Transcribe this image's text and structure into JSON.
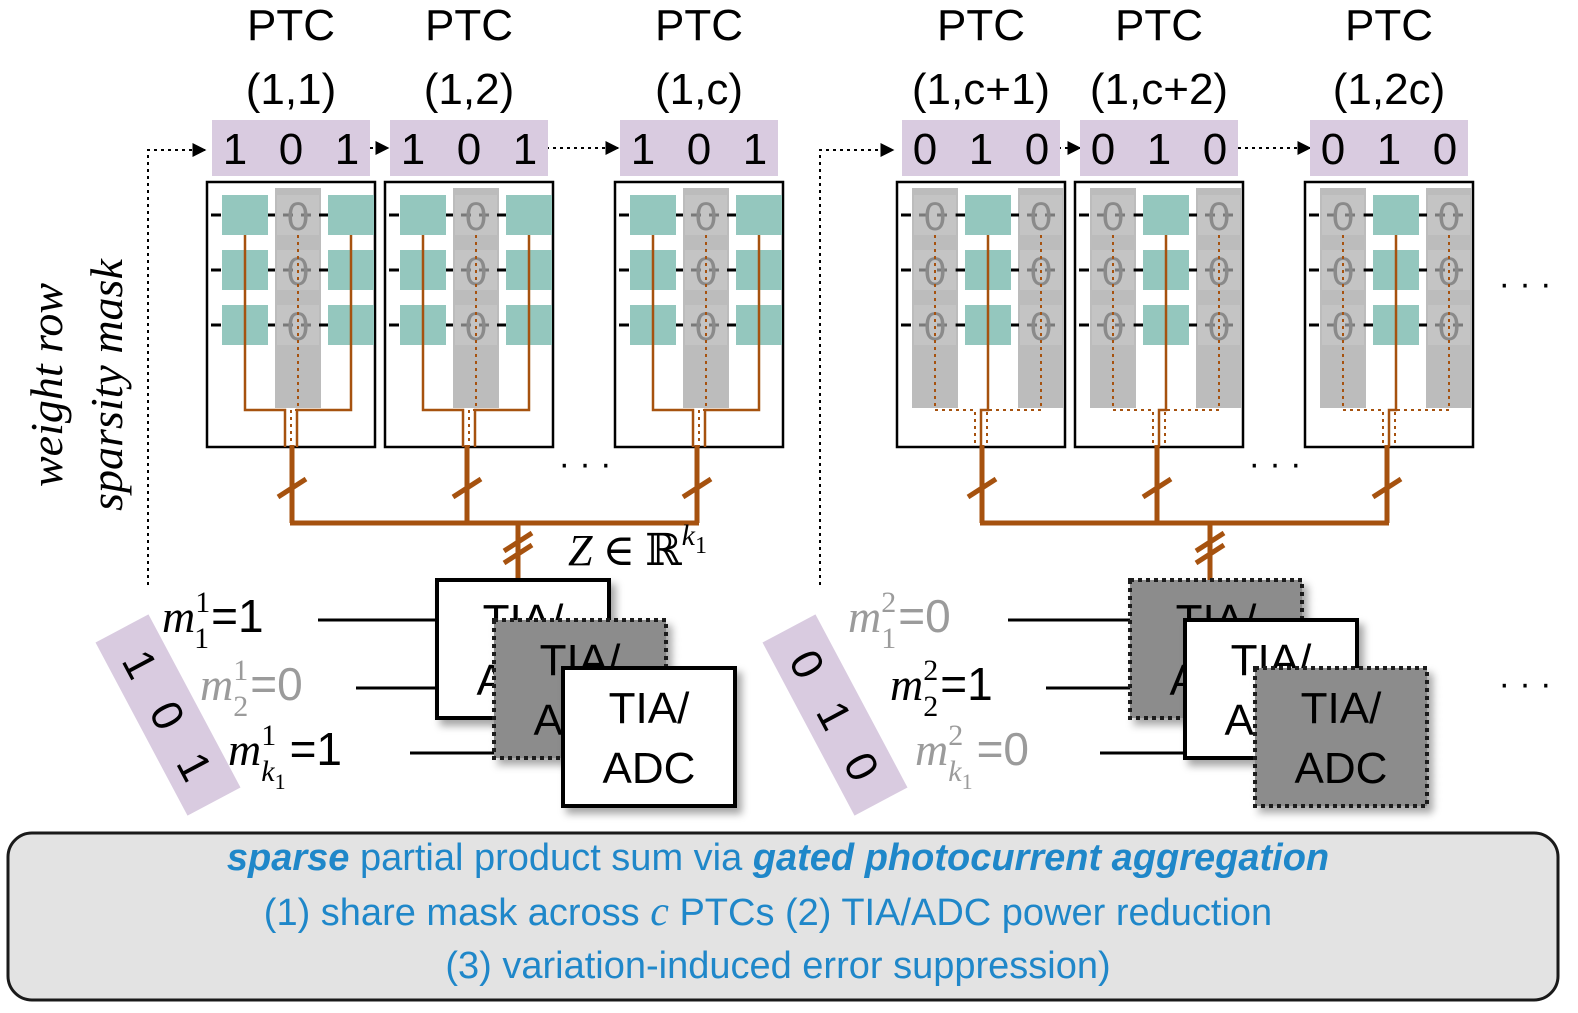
{
  "colors": {
    "wire": "#a6520f",
    "mask_bg": "#d9cbe0",
    "cell": "#94c7be",
    "gray_col": "#bcbcbc",
    "text_gray": "#9b9b9b",
    "accent_blue": "#1f87c9",
    "caption_bg": "#e3e3e3",
    "tia_off": "#8c8c8c"
  },
  "sparsity_mask_label": {
    "line1": "weight row",
    "line2": "sparsity mask"
  },
  "ptc_word": "PTC",
  "groups": [
    {
      "ptcs": [
        {
          "index": "(1,1)",
          "mask": [
            "1",
            "0",
            "1"
          ]
        },
        {
          "index": "(1,2)",
          "mask": [
            "1",
            "0",
            "1"
          ]
        },
        {
          "index": "(1,c)",
          "mask": [
            "1",
            "0",
            "1"
          ]
        }
      ],
      "side_mask": [
        "1",
        "0",
        "1"
      ],
      "rows": [
        {
          "sym": "m",
          "sup": "1",
          "sub": "1",
          "rest": "=1",
          "active": true
        },
        {
          "sym": "m",
          "sup": "1",
          "sub": "2",
          "rest": "=0",
          "active": false
        },
        {
          "sym": "m",
          "sup": "1",
          "sub": "k",
          "subsub": "1",
          "rest": "=1",
          "active": true
        }
      ],
      "tia": [
        {
          "l1": "TIA/",
          "l2": "ADC",
          "active": true
        },
        {
          "l1": "TIA/",
          "l2": "ADC",
          "active": false
        },
        {
          "l1": "TIA/",
          "l2": "ADC",
          "active": true
        }
      ]
    },
    {
      "ptcs": [
        {
          "index": "(1,c+1)",
          "mask": [
            "0",
            "1",
            "0"
          ]
        },
        {
          "index": "(1,c+2)",
          "mask": [
            "0",
            "1",
            "0"
          ]
        },
        {
          "index": "(1,2c)",
          "mask": [
            "0",
            "1",
            "0"
          ]
        }
      ],
      "side_mask": [
        "0",
        "1",
        "0"
      ],
      "rows": [
        {
          "sym": "m",
          "sup": "2",
          "sub": "1",
          "rest": "=0",
          "active": false
        },
        {
          "sym": "m",
          "sup": "2",
          "sub": "2",
          "rest": "=1",
          "active": true
        },
        {
          "sym": "m",
          "sup": "2",
          "sub": "k",
          "subsub": "1",
          "rest": "=0",
          "active": false
        }
      ],
      "tia": [
        {
          "l1": "TIA/",
          "l2": "ADC",
          "active": false
        },
        {
          "l1": "TIA/",
          "l2": "ADC",
          "active": true
        },
        {
          "l1": "TIA/",
          "l2": "ADC",
          "active": false
        }
      ]
    }
  ],
  "zero_cell": "0",
  "ellipsis": "· · ·",
  "bus_label": {
    "z": "Z",
    "in": "∈",
    "r": "ℝ",
    "exp": "k",
    "exp_sub": "1"
  },
  "caption": {
    "line1_a": "sparse",
    "line1_b": " partial product sum via ",
    "line1_c": "gated photocurrent aggregation",
    "line2_a": "(1) share mask across ",
    "line2_c": "c",
    "line2_b": " PTCs (2) TIA/ADC power reduction",
    "line3": "(3) variation-induced error suppression)"
  }
}
